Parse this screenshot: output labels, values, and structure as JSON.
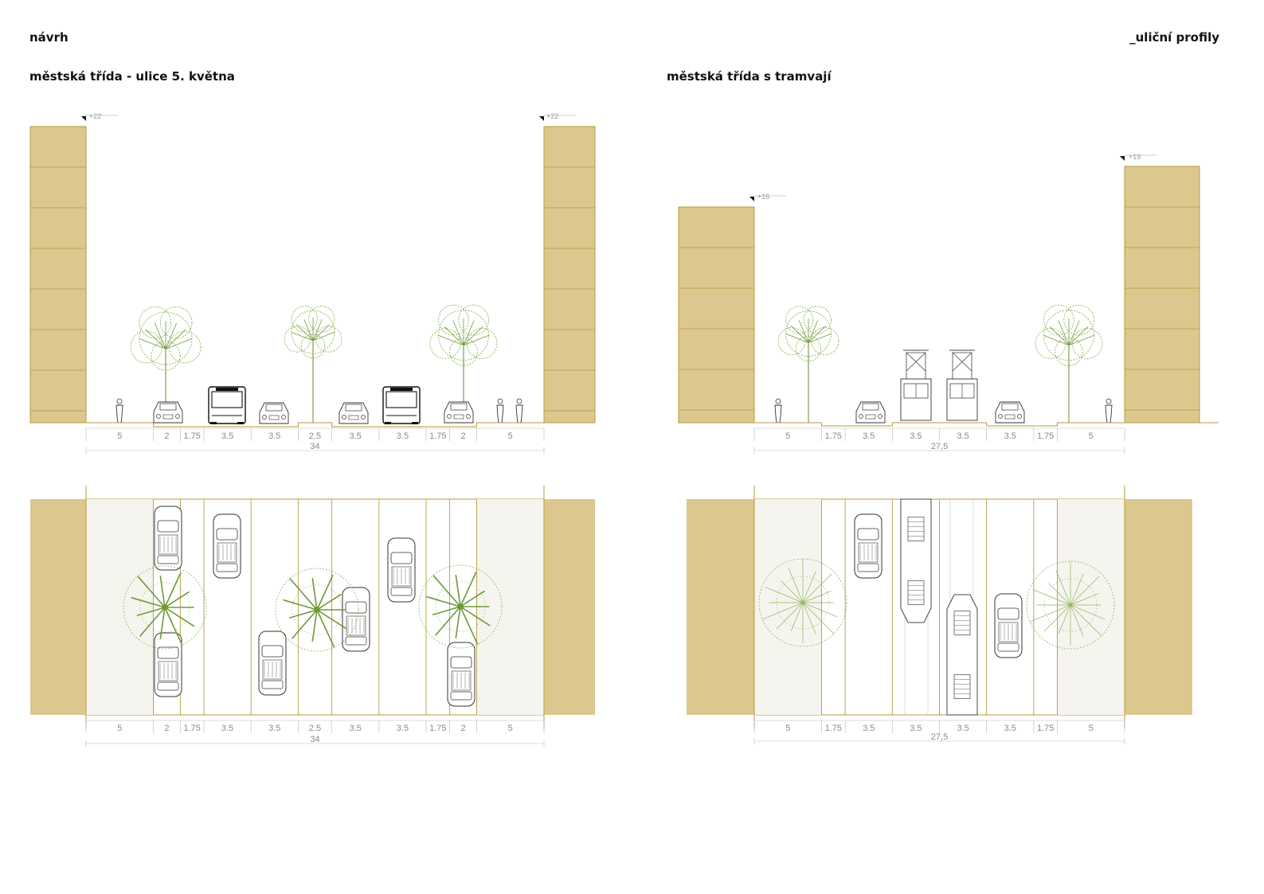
{
  "header": {
    "section": "návrh",
    "chapter": "_uliční profily"
  },
  "left": {
    "title": "městská třída - ulice 5. května",
    "height_left": "+22",
    "height_right": "+22",
    "widths": [
      5,
      2,
      1.75,
      3.5,
      3.5,
      2.5,
      3.5,
      3.5,
      1.75,
      2,
      5
    ],
    "labels": [
      "5",
      "2",
      "1.75",
      "3.5",
      "3.5",
      "2.5",
      "3.5",
      "3.5",
      "1.75",
      "2",
      "5"
    ],
    "total": "34"
  },
  "right": {
    "title": "městská třída s tramvají",
    "height_left": "+16",
    "height_right": "+19",
    "widths": [
      5,
      1.75,
      3.5,
      3.5,
      3.5,
      3.5,
      1.75,
      5
    ],
    "labels": [
      "5",
      "1.75",
      "3.5",
      "3.5",
      "3.5",
      "3.5",
      "1.75",
      "5"
    ],
    "total": "27,5"
  },
  "colors": {
    "building": "#dcc88e",
    "building_line": "#b99a3e",
    "tree": "#8fb45a",
    "tree_dark": "#6f9a3a",
    "dim_text": "#8a8a8a"
  }
}
